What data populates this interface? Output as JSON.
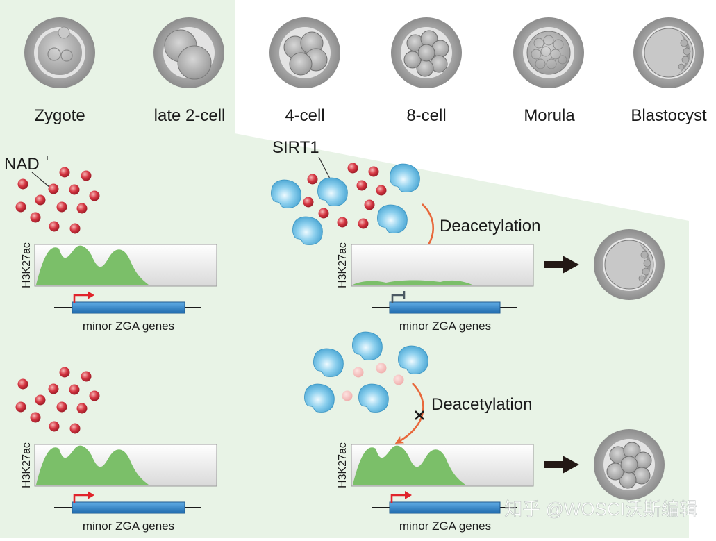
{
  "stages": [
    "Zygote",
    "late 2-cell",
    "4-cell",
    "8-cell",
    "Morula",
    "Blastocyst"
  ],
  "labels": {
    "nad": "NAD",
    "nad_sup": "+",
    "sirt1": "SIRT1",
    "deacetylation": "Deacetylation",
    "h3k27ac": "H3K27ac",
    "gene": "minor ZGA genes"
  },
  "watermark": "知乎 @WOSCI沃斯编辑",
  "colors": {
    "background_shade": "#e8f3e6",
    "nad_molecule": "#d63743",
    "nad_faded": "#f2b9b8",
    "sirt1_protein": "#57b6de",
    "signal_fill": "#7bbf69",
    "gene_body": "#2f80c4",
    "promoter_arrow": "#e0242b",
    "blocked_promoter": "#4b5963",
    "deacetylation_arrow": "#e8673a",
    "outcome_arrow": "#231815"
  },
  "icons": [
    "zygote-icon",
    "two-cell-embryo-icon",
    "four-cell-embryo-icon",
    "eight-cell-embryo-icon",
    "morula-icon",
    "blastocyst-icon",
    "sirt1-protein-icon",
    "nad-molecule-icon"
  ]
}
